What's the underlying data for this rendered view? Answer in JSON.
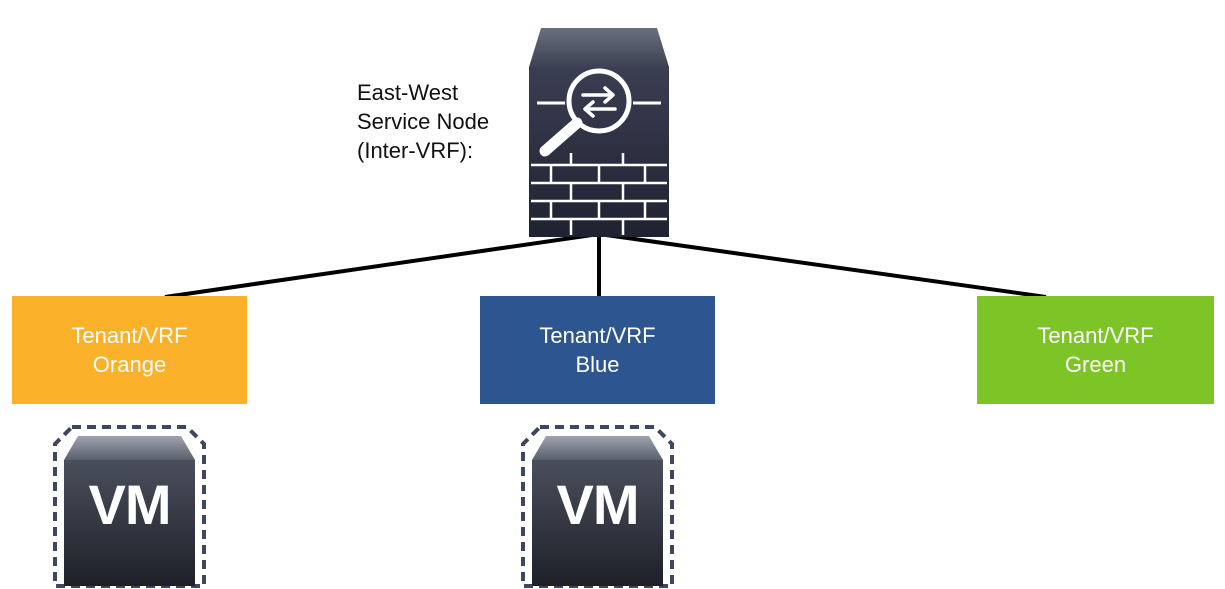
{
  "service_node": {
    "label_lines": [
      "East-West",
      "Service Node",
      "(Inter-VRF):"
    ],
    "icon": "firewall-icon"
  },
  "tenants": [
    {
      "lines": [
        "Tenant/VRF",
        "Orange"
      ],
      "color": "#FBB12A"
    },
    {
      "lines": [
        "Tenant/VRF",
        "Blue"
      ],
      "color": "#2D5590"
    },
    {
      "lines": [
        "Tenant/VRF",
        "Green"
      ],
      "color": "#7DC527"
    }
  ],
  "vms": [
    {
      "label": "VM",
      "icon": "vm-icon"
    },
    {
      "label": "VM",
      "icon": "vm-icon"
    }
  ],
  "colors": {
    "link": "#000000",
    "device_body": "#2B2E3E",
    "device_top": "#4E5363",
    "vm_border": "#3F4660"
  }
}
